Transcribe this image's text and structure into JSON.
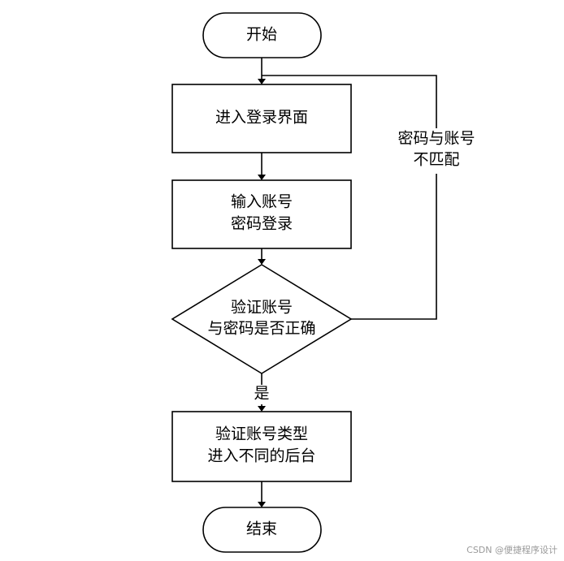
{
  "nodes": {
    "start": {
      "lines": [
        "开始"
      ]
    },
    "enter_login": {
      "lines": [
        "进入登录界面"
      ]
    },
    "input_credentials": {
      "lines": [
        "输入账号",
        "密码登录"
      ]
    },
    "verify": {
      "lines": [
        "验证账号",
        "与密码是否正确"
      ]
    },
    "verify_type": {
      "lines": [
        "验证账号类型",
        "进入不同的后台"
      ]
    },
    "end": {
      "lines": [
        "结束"
      ]
    }
  },
  "edges": {
    "mismatch": {
      "lines": [
        "密码与账号",
        "不匹配"
      ]
    },
    "yes": {
      "lines": [
        "是"
      ]
    }
  },
  "watermark": "CSDN @便捷程序设计"
}
